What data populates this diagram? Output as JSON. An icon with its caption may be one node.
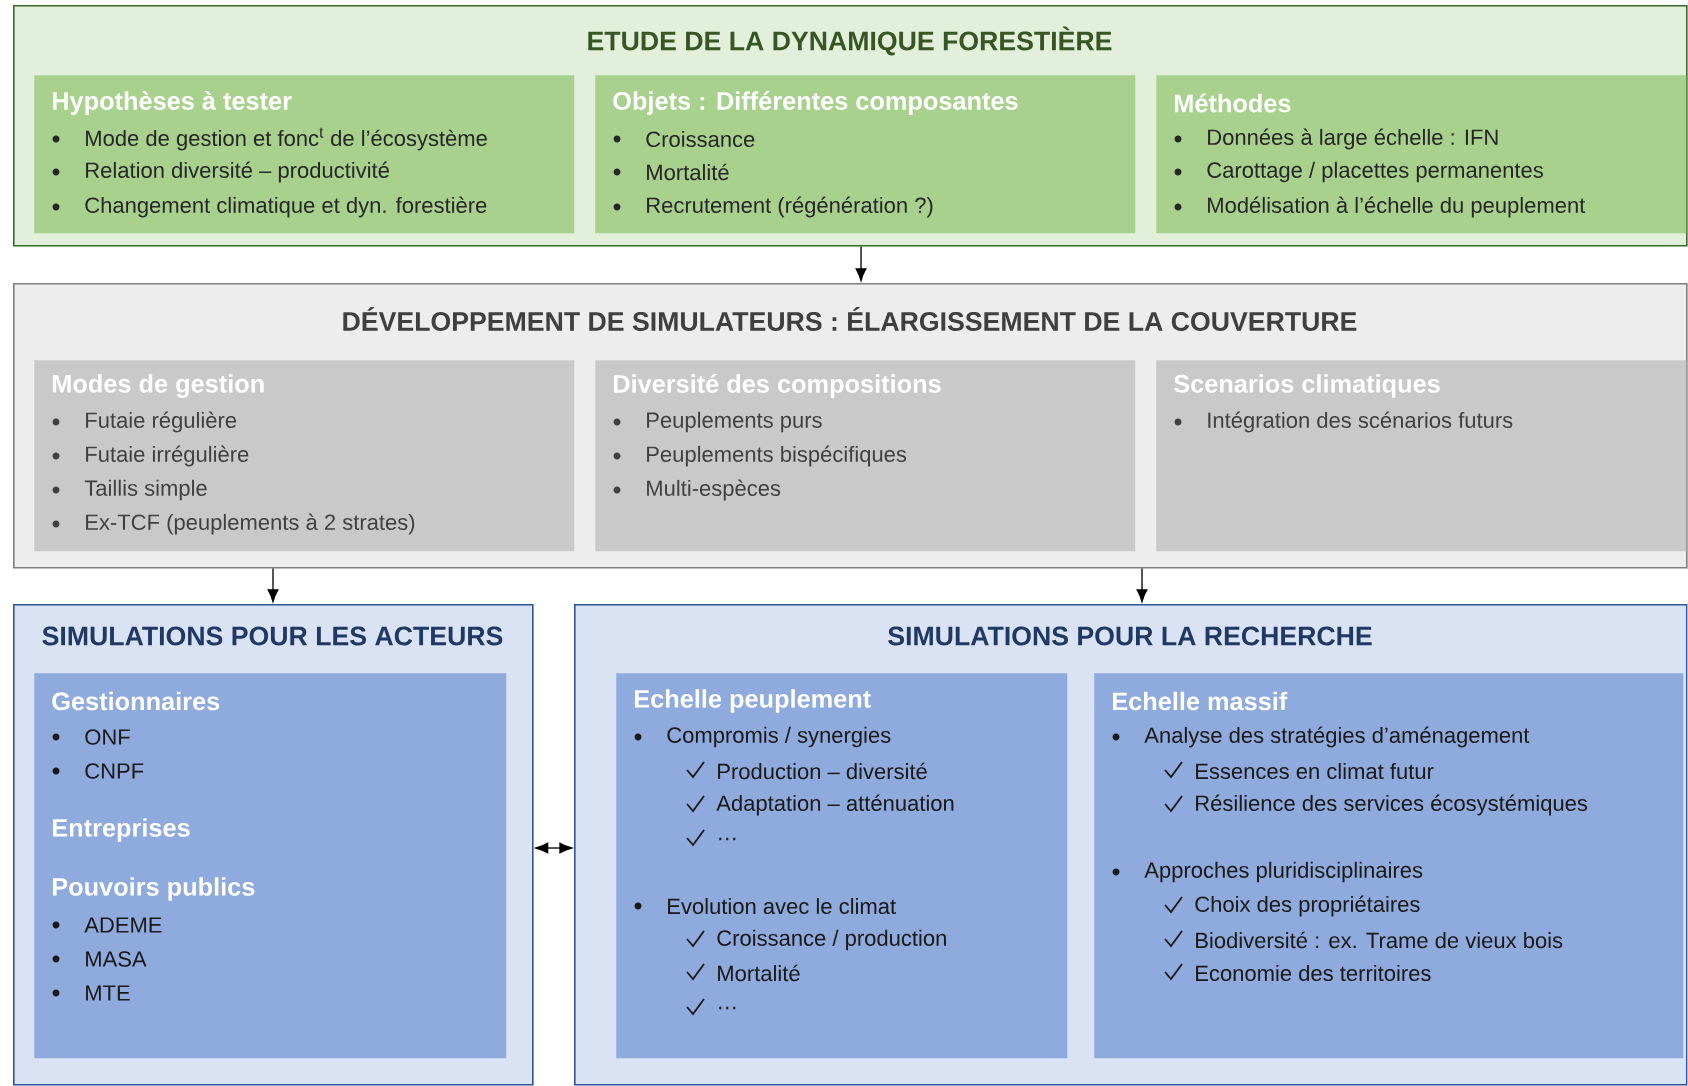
{
  "diagram": {
    "nodes": [
      {
        "text": [
          "ETUDE DE LA DYNAMIQUE FORESTIÈRE"
        ]
      },
      {
        "text": [
          "Hypothèses à tester",
          "Mode de gestion et fonc$^{t}$ de l’écosystème",
          "Relation diversité – productivité",
          "Changement climatique et dyn. forestière"
        ],
        "in": 0
      },
      {
        "text": [
          "Objets : Différentes composantes",
          "Croissance",
          "Mortalité",
          "Recrutement (régénération ?)"
        ],
        "in": 0
      },
      {
        "text": [
          "Méthodes",
          "Données à large échelle : IFN",
          "Carottage / placettes permanentes",
          "Modélisation à l’échelle du peuplement"
        ],
        "in": 0
      },
      {
        "text": [
          "DÉVELOPPEMENT DE SIMULATEURS : ÉLARGISSEMENT DE LA COUVERTURE"
        ]
      },
      {
        "text": [
          "Modes de gestion",
          "Futaie régulière",
          "Futaie irrégulière",
          "Taillis simple",
          "Ex-TCF (peuplements à 2 strates)"
        ],
        "in": 4
      },
      {
        "text": [
          "Diversité des compositions",
          "Peuplements purs",
          "Peuplements bispécifiques",
          "Multi-espèces"
        ],
        "in": 4
      },
      {
        "text": [
          "Scenarios climatiques",
          "Intégration des scénarios futurs"
        ],
        "in": 4
      },
      {
        "text": [
          "SIMULATIONS POUR LES ACTEURS"
        ]
      },
      {
        "text": [
          "Gestionnaires",
          "ONF",
          "CNPF",
          "Entreprises",
          "Pouvoirs publics",
          "ADEME",
          "MASA",
          "MTE"
        ],
        "in": 8
      },
      {
        "text": [
          "SIMULATIONS POUR LA RECHERCHE"
        ]
      },
      {
        "text": [
          "Echelle peuplement",
          "Compromis / synergies",
          "Production – diversité",
          "Adaptation – atténuation",
          "…",
          "Evolution avec le climat",
          "Croissance / production",
          "Mortalité",
          "…"
        ],
        "in": 10
      },
      {
        "text": [
          "Echelle massif",
          "Analyse des stratégies d’aménagement",
          "Essences en climat futur",
          "Résilience des services écosystémiques",
          "Approches pluridisciplinaires",
          "Choix des propriétaires",
          "Biodiversité : ex. Trame de vieux bois",
          "Economie des territoires"
        ],
        "in": 10
      }
    ],
    "edges": [
      {
        "from": 0,
        "to": 4,
        "arrow": "to"
      },
      {
        "from": 4,
        "to": 8,
        "arrow": "to"
      },
      {
        "from": 4,
        "to": 10,
        "arrow": "to"
      },
      {
        "from": 8,
        "to": 10,
        "arrow": "both"
      }
    ]
  }
}
